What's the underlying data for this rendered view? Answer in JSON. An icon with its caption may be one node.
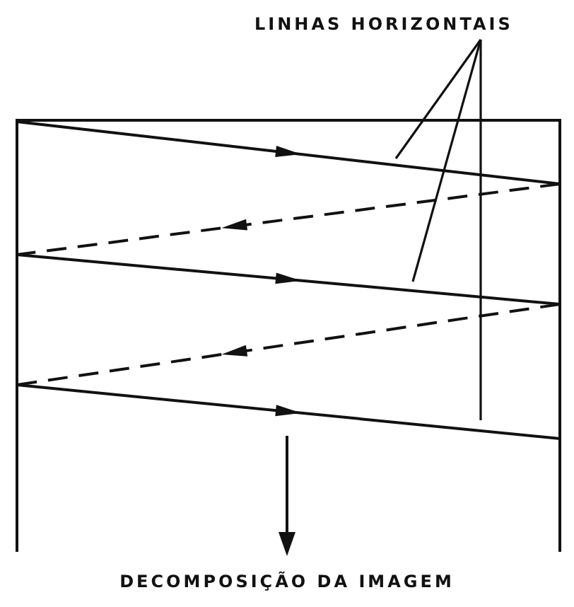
{
  "diagram": {
    "caption": "DECOMPOSIÇÃO DA IMAGEM",
    "nodes": [
      {
        "text": [
          "LINHAS HORIZONTAIS"
        ]
      },
      {
        "text": [],
        "shape": "line"
      },
      {
        "text": [],
        "shape": "line"
      },
      {
        "text": [],
        "shape": "line"
      }
    ],
    "edges": [
      {
        "from": 0,
        "to": 1,
        "arrow": "none"
      },
      {
        "from": 0,
        "to": 2,
        "arrow": "none"
      },
      {
        "from": 0,
        "to": 3,
        "arrow": "none"
      }
    ]
  }
}
